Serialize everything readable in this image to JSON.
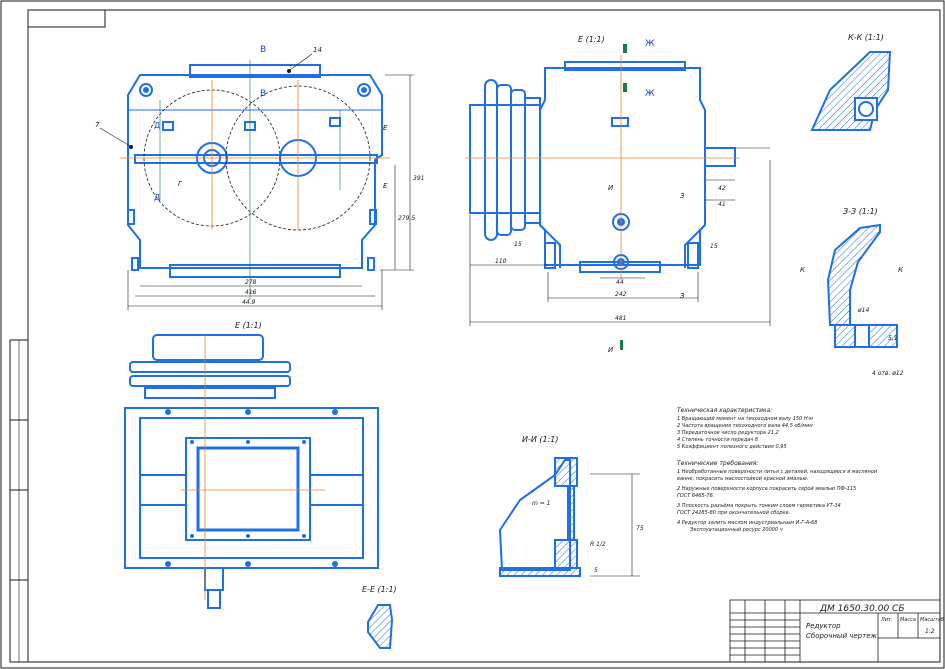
{
  "colors": {
    "part": "#1f6fe6",
    "line": "#1a1a1a",
    "axis": "#e8862a",
    "marker": "#1a7a4a",
    "hatch": "#1f6fe6"
  },
  "views": {
    "front": {
      "dim_width_inner": "278",
      "dim_width_mid": "416",
      "dim_width_total": "44.9",
      "dim_height_right": "391",
      "dim_height_right2": "279.5",
      "callout_14": "14",
      "callout_7": "7",
      "section_b": "B",
      "section_b2": "B",
      "section_d": "Д",
      "section_d2": "Д",
      "section_g": "Г",
      "section_e": "Е",
      "section_e2": "Е"
    },
    "side": {
      "title": "Е (1:1)",
      "dim_total": "481",
      "dim_base": "242",
      "dim_left": "110",
      "dim_small1": "15",
      "dim_small2": "15",
      "dim_small3": "44",
      "dim_h1": "42",
      "dim_h2": "41",
      "section_zh": "Ж",
      "section_zh2": "Ж",
      "section_i": "И",
      "section_i2": "И",
      "section_z": "З",
      "section_z2": "З"
    },
    "top": {
      "title": "Е (1:1)"
    },
    "kk": {
      "title": "К-К (1:1)"
    },
    "zz": {
      "title": "З-З (1:1)",
      "k1": "К",
      "k2": "К",
      "dim_hole": "ø14",
      "dim_h": "5,1",
      "dim_holes": "4 отв. ø12"
    },
    "ii": {
      "title": "И-И (1:1)",
      "m": "m = 1",
      "thread": "R 1/2",
      "dim_v": "75",
      "dim_small": "5"
    },
    "ee": {
      "title": "Е-Е (1:1)"
    }
  },
  "notes": {
    "tech_char_title": "Техническая характеристика:",
    "tech_char": [
      "1 Вращающий момент на тихоходном валу 150 Н·м",
      "2 Частота вращения тихоходного вала 44,5 об/мин",
      "3 Передаточное число редуктора 21,2",
      "4 Степень точности передач 8",
      "5 Коэффициент полезного действия 0,95"
    ],
    "tech_req_title": "Технические требования:",
    "tech_req": [
      "1 Необработанные поверхности литья с деталей, находящиеся в масляной",
      "ванне, покрасить маслостойкой красной эмалью.",
      "2 Наружные поверхности корпуса покрасить серой эмалью ПФ-115",
      "ГОСТ 6465-76.",
      "3 Плоскость разъёма покрыть тонким слоем герметика УТ-34",
      "ГОСТ 24285-80 при окончательной сборке.",
      "4 Редуктор залить маслом индустриальным И-Г-А-68",
      "Эксплуатационный ресурс 20000 ч"
    ]
  },
  "title_block": {
    "doc_number": "ДМ 1650.30.00 СБ",
    "name": "Редуктор",
    "name2": "Сборочный чертеж",
    "sheet_label": "Лит.",
    "mass_label": "Масса",
    "scale_label": "Масштаб",
    "scale": "1:2"
  }
}
